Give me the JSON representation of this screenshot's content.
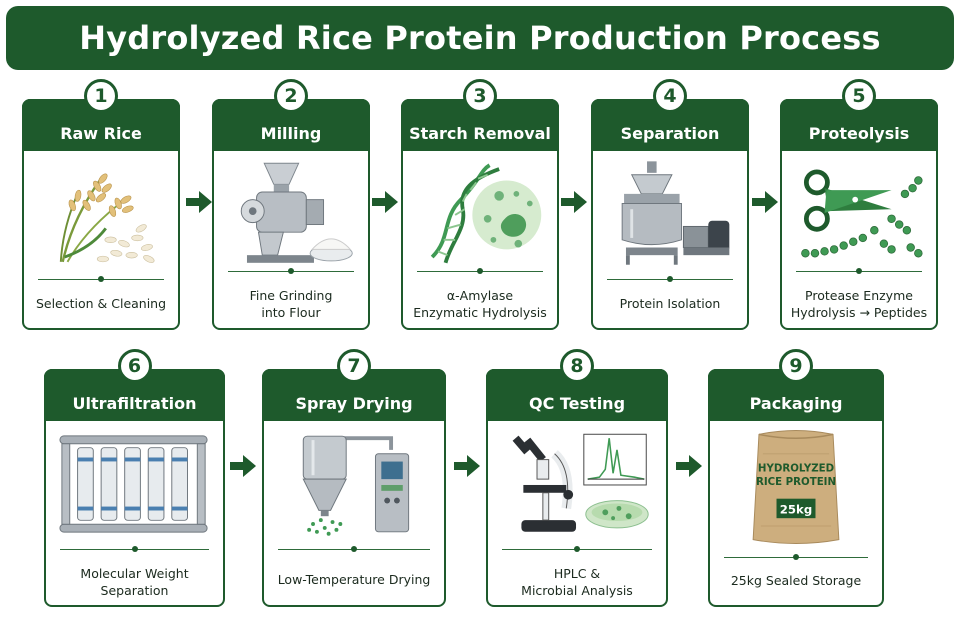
{
  "title": "Hydrolyzed Rice Protein Production Process",
  "colors": {
    "primary": "#1e5a2c",
    "accent": "#3f9a54",
    "light_green": "#cfe6c8",
    "steel": "#a9b0b7"
  },
  "steps": [
    {
      "number": "1",
      "name": "Raw Rice",
      "icon": "rice-plant-icon",
      "desc": [
        "Selection & Cleaning"
      ]
    },
    {
      "number": "2",
      "name": "Milling",
      "icon": "grinder-mill-icon",
      "desc": [
        "Fine Grinding",
        "into Flour"
      ]
    },
    {
      "number": "3",
      "name": "Starch Removal",
      "icon": "dna-enzyme-icon",
      "desc": [
        "α-Amylase",
        "Enzymatic Hydrolysis"
      ]
    },
    {
      "number": "4",
      "name": "Separation",
      "icon": "centrifuge-separator-icon",
      "desc": [
        "Protein Isolation"
      ]
    },
    {
      "number": "5",
      "name": "Proteolysis",
      "icon": "scissors-peptide-icon",
      "desc": [
        "Protease Enzyme",
        "Hydrolysis → Peptides"
      ]
    },
    {
      "number": "6",
      "name": "Ultrafiltration",
      "icon": "membrane-filter-icon",
      "desc": [
        "Molecular Weight",
        "Separation"
      ]
    },
    {
      "number": "7",
      "name": "Spray Drying",
      "icon": "spray-dryer-icon",
      "desc": [
        "Low-Temperature Drying"
      ]
    },
    {
      "number": "8",
      "name": "QC Testing",
      "icon": "microscope-hplc-icon",
      "desc": [
        "HPLC &",
        "Microbial Analysis"
      ]
    },
    {
      "number": "9",
      "name": "Packaging",
      "icon": "sack-bag-icon",
      "desc": [
        "25kg Sealed Storage"
      ]
    }
  ],
  "bag_label": {
    "line1": "HYDROLYZED",
    "line2": "RICE PROTEIN",
    "weight": "25kg"
  }
}
